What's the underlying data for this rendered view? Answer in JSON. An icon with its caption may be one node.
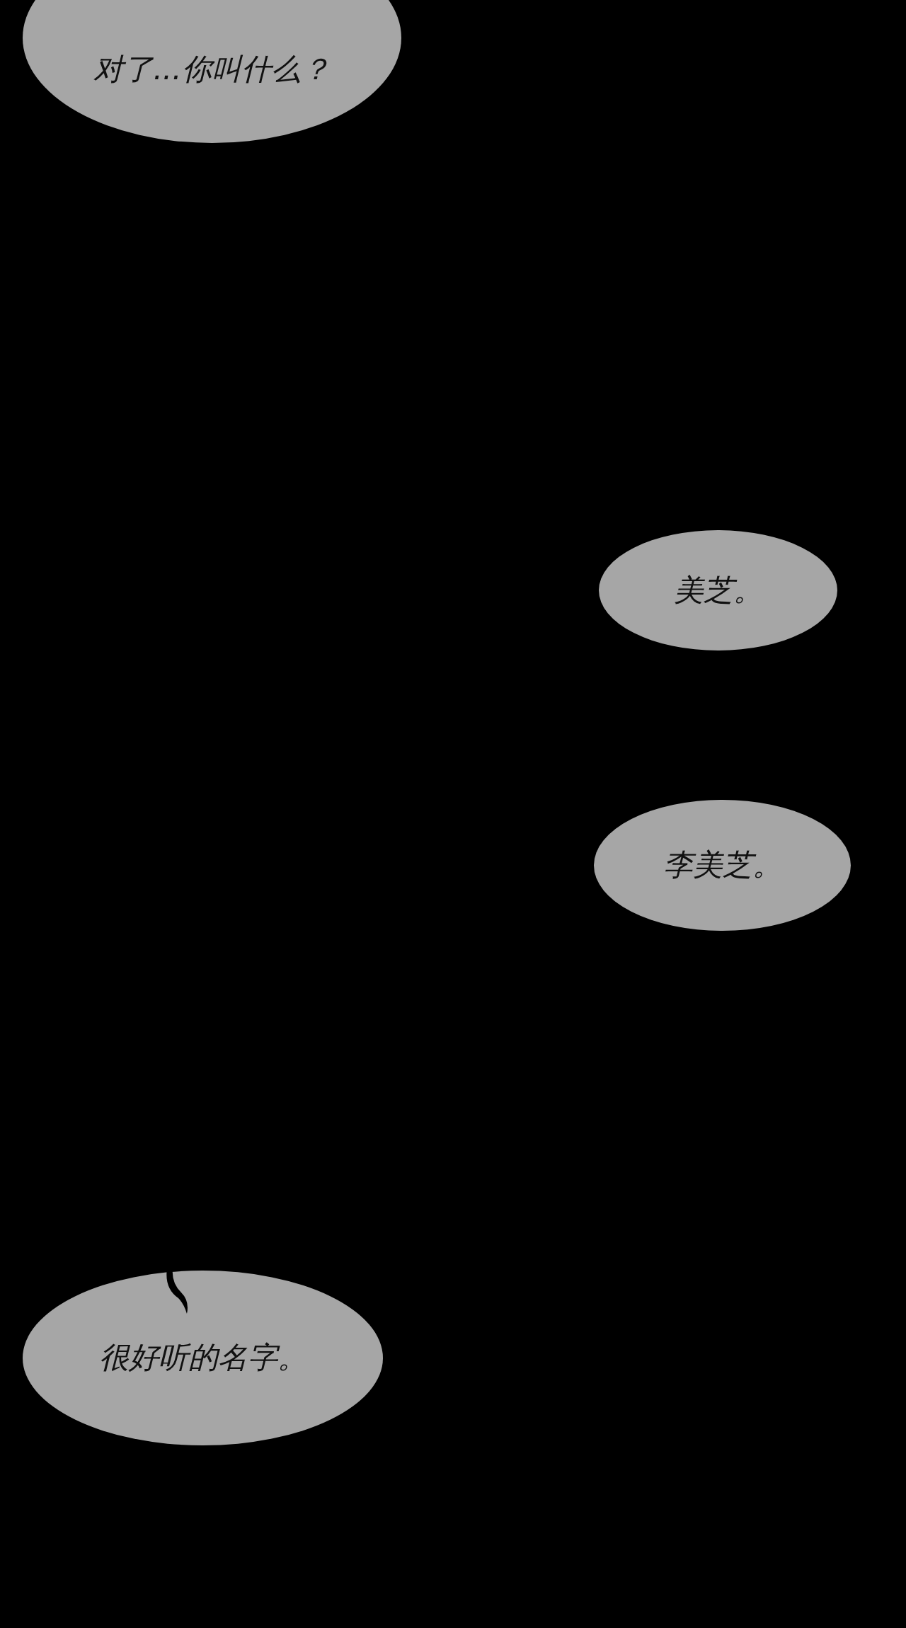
{
  "diagram": {
    "nodes": [
      {
        "text": [
          "对了...你叫什么？"
        ]
      },
      {
        "text": [
          "美芝。"
        ]
      },
      {
        "text": [
          "李美芝。"
        ]
      },
      {
        "text": [
          "很好听的名字。"
        ]
      }
    ]
  }
}
